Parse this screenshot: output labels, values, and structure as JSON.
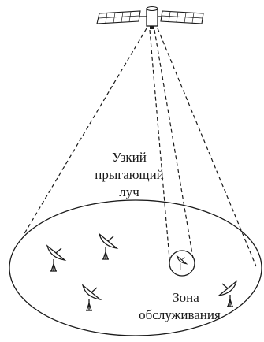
{
  "labels": {
    "beam_line1": "Узкий",
    "beam_line2": "прыгающий",
    "beam_line3": "луч",
    "zone_line1": "Зона",
    "zone_line2": "обслуживания"
  }
}
